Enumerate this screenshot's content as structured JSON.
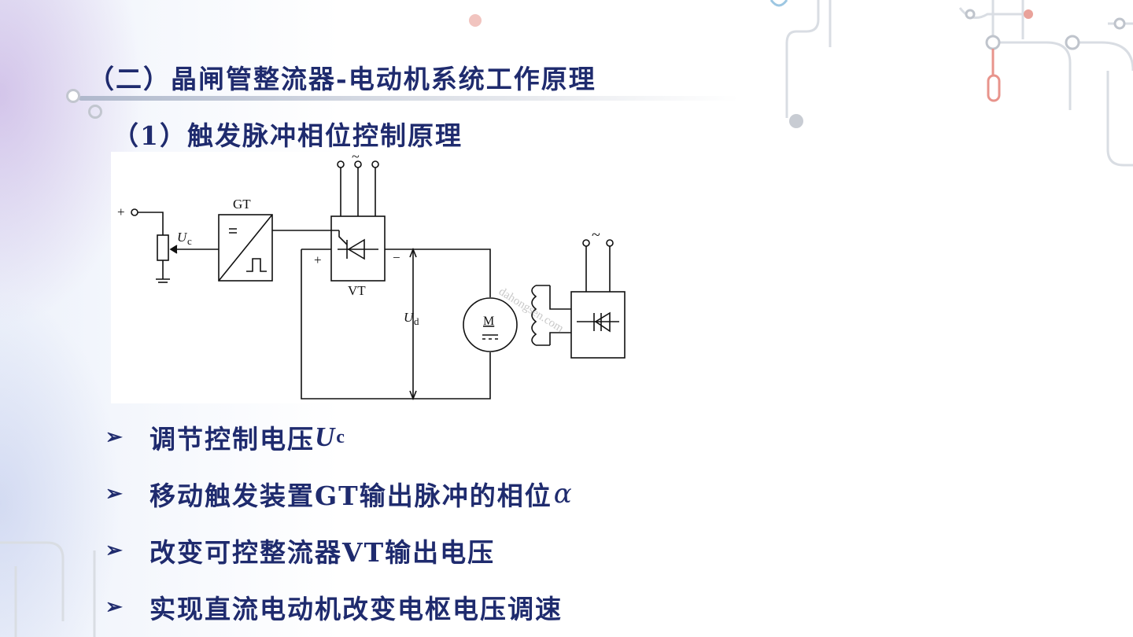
{
  "slide": {
    "title": "（二）晶闸管整流器-电动机系统工作原理",
    "subtitle": "（1）触发脉冲相位控制原理"
  },
  "figure": {
    "gt_label": "GT",
    "vt_label": "VT",
    "uc_symbol": "U",
    "uc_subscript": "c",
    "ud_symbol": "U",
    "ud_subscript": "d",
    "plus_terminal": "+",
    "vt_plus": "+",
    "vt_minus": "−",
    "motor_label": "M",
    "ac_symbol_main": "~",
    "ac_symbol_field": "~",
    "watermark": "dahongsen.com"
  },
  "bullets": {
    "marker": "➢",
    "item1_text": "调节控制电压",
    "item1_var": "U",
    "item1_sub": "c",
    "item2_text": "移动触发装置GT输出脉冲的相位",
    "item2_var": "α",
    "item3_text": "改变可控整流器VT输出电压",
    "item4_text": "实现直流电动机改变电枢电压调速"
  },
  "colors": {
    "text": "#1f2b6e",
    "circuit": "#111111",
    "deco_red": "#e8948c",
    "deco_gray": "#bfc4cc"
  }
}
